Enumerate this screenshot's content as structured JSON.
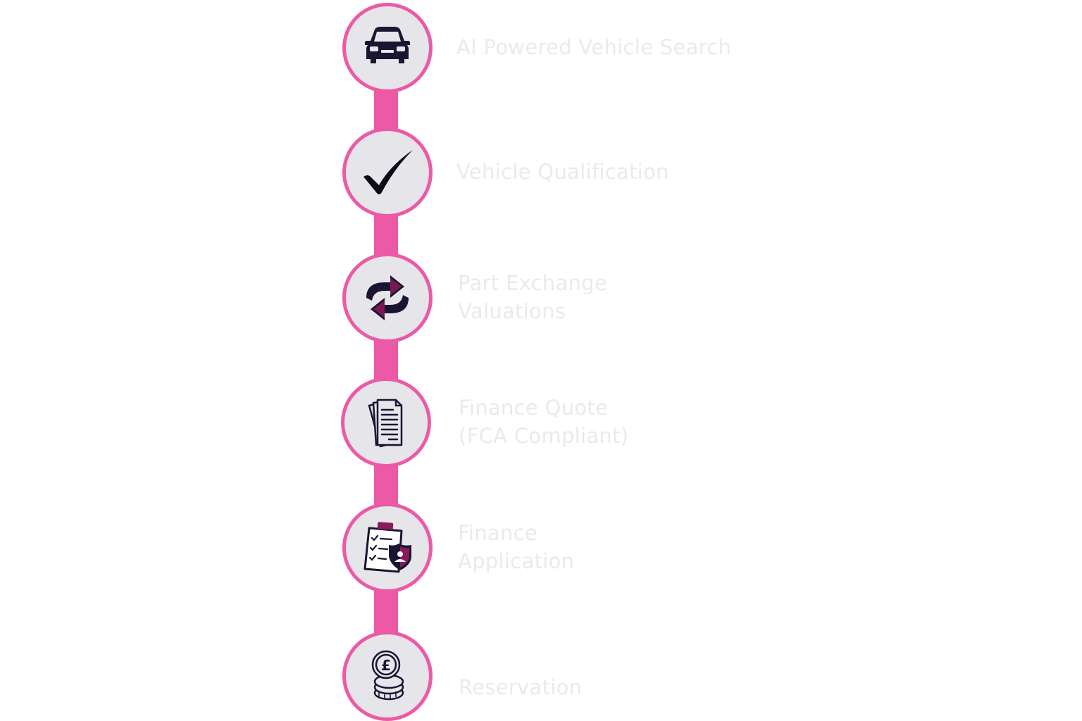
{
  "colors": {
    "accent": "#ec5aa6",
    "node_fill": "#e6e5ea",
    "icon_dark": "#1a1530",
    "icon_accent": "#8a1a5c",
    "label": "#ebe9ee"
  },
  "steps": [
    {
      "icon": "car-icon",
      "lines": [
        "AI Powered Vehicle Search"
      ]
    },
    {
      "icon": "checkmark-icon",
      "lines": [
        "Vehicle Qualification"
      ]
    },
    {
      "icon": "exchange-arrows-icon",
      "lines": [
        "Part Exchange",
        "Valuations"
      ]
    },
    {
      "icon": "documents-icon",
      "lines": [
        "Finance Quote",
        "(FCA Compliant)"
      ]
    },
    {
      "icon": "clipboard-shield-icon",
      "lines": [
        "Finance",
        "Application"
      ]
    },
    {
      "icon": "pound-coins-icon",
      "lines": [
        "Reservation"
      ]
    }
  ]
}
